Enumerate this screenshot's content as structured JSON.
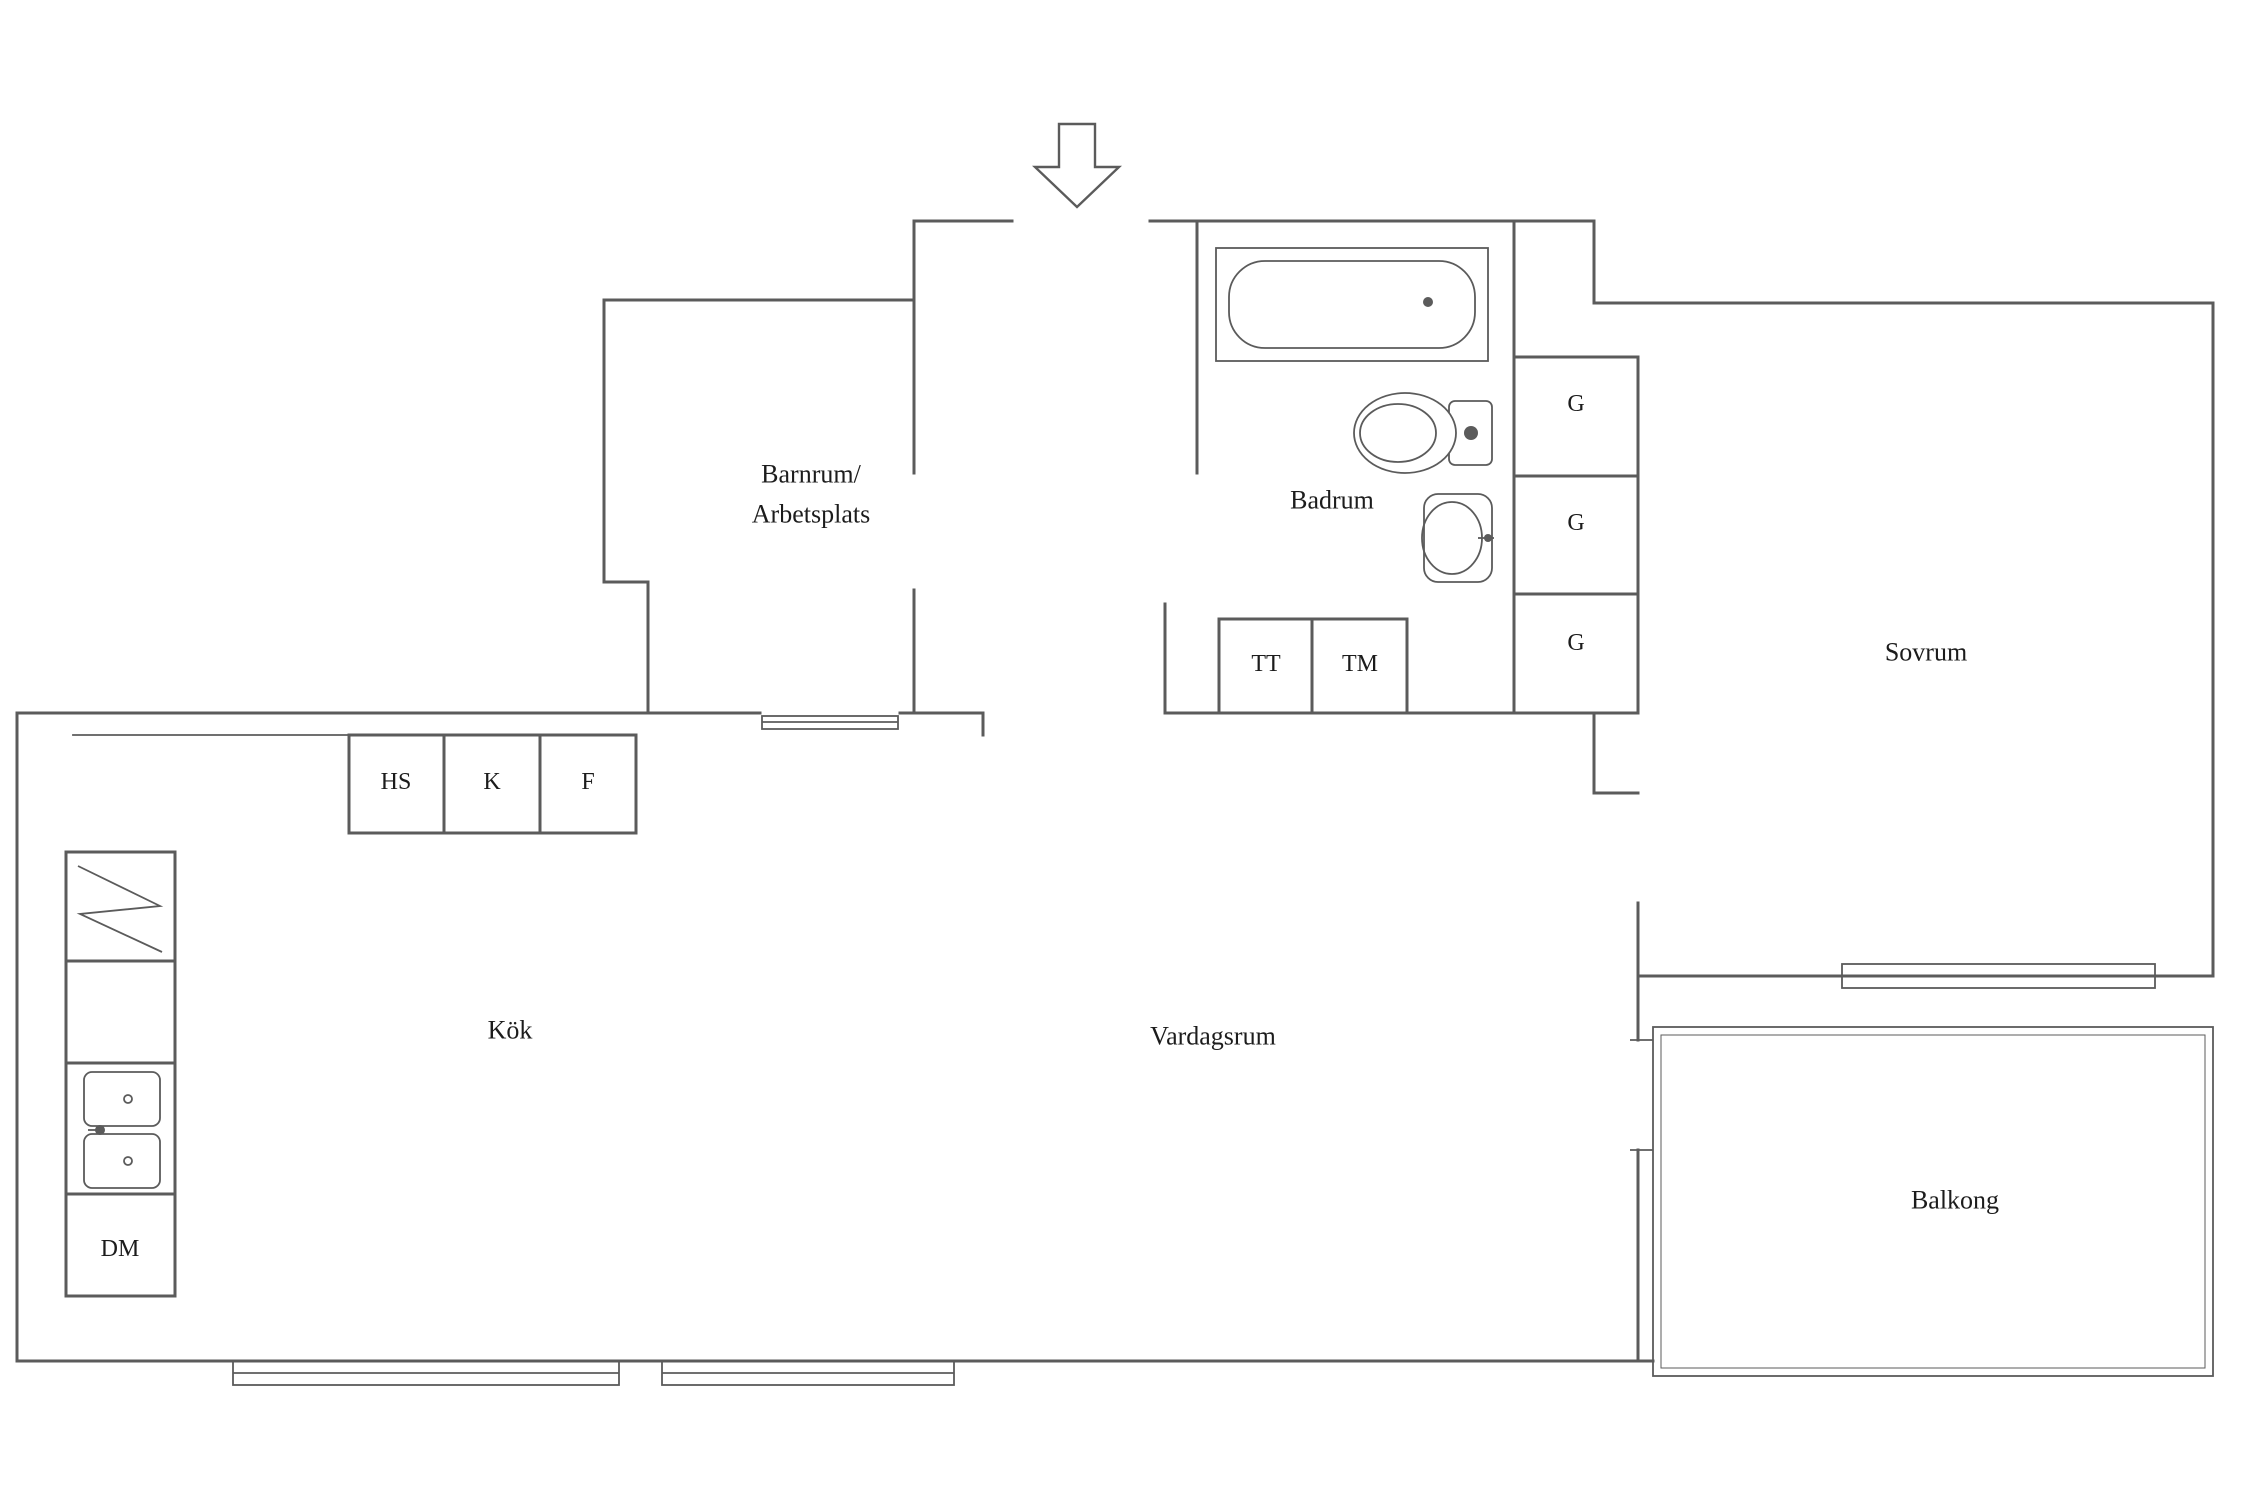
{
  "colors": {
    "wall": "#5b5b5b",
    "text": "#1c1c1c"
  },
  "labels": {
    "barnrum_line1": "Barnrum/",
    "barnrum_line2": "Arbetsplats",
    "badrum": "Badrum",
    "sovrum": "Sovrum",
    "kok": "Kök",
    "vardagsrum": "Vardagsrum",
    "balkong": "Balkong",
    "hs": "HS",
    "k": "K",
    "f": "F",
    "tt": "TT",
    "tm": "TM",
    "g1": "G",
    "g2": "G",
    "g3": "G",
    "dm": "DM"
  },
  "icons": {
    "entrance_arrow": "down-arrow",
    "bathtub": "bathtub",
    "toilet": "toilet",
    "bathroom_sink": "oval-sink",
    "kitchen_sink": "double-bowl-sink",
    "stove": "zigzag-symbol",
    "window": "double-line-window",
    "sliding_door": "double-line-door"
  }
}
